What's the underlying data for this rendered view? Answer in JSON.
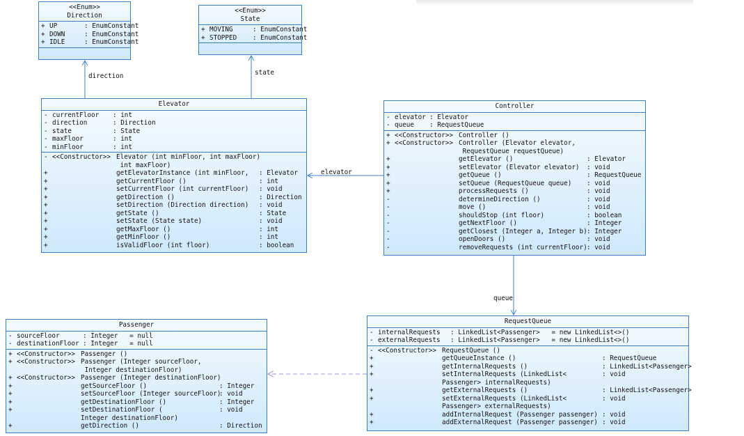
{
  "direction": {
    "stereotype": "<<Enum>>",
    "name": "Direction",
    "attributes": [
      {
        "vis": "+",
        "name": "UP",
        "type": ": EnumConstant"
      },
      {
        "vis": "+",
        "name": "DOWN",
        "type": ": EnumConstant"
      },
      {
        "vis": "+",
        "name": "IDLE",
        "type": ": EnumConstant"
      }
    ]
  },
  "state": {
    "stereotype": "<<Enum>>",
    "name": "State",
    "attributes": [
      {
        "vis": "+",
        "name": "MOVING",
        "type": ": EnumConstant"
      },
      {
        "vis": "+",
        "name": "STOPPED",
        "type": ": EnumConstant"
      }
    ]
  },
  "elevator": {
    "name": "Elevator",
    "attributes": [
      {
        "vis": "-",
        "name": "currentFloor",
        "type": ": int"
      },
      {
        "vis": "-",
        "name": "direction",
        "type": ": Direction"
      },
      {
        "vis": "-",
        "name": "state",
        "type": ": State"
      },
      {
        "vis": "-",
        "name": "maxFloor",
        "type": ": int"
      },
      {
        "vis": "-",
        "name": "minFloor",
        "type": ": int"
      }
    ],
    "operations": [
      {
        "vis": "-",
        "pre": "<<Constructor>>",
        "sig": "Elevator (int minFloor, int maxFloor)",
        "type": ""
      },
      {
        "vis": "",
        "pre": "",
        "sig": " int maxFloor)",
        "type": ""
      },
      {
        "vis": "+",
        "pre": "",
        "sig": "getElevatorInstance (int minFloor,",
        "type": ": Elevator"
      },
      {
        "vis": "+",
        "pre": "",
        "sig": "getCurrentFloor ()",
        "type": ": int"
      },
      {
        "vis": "+",
        "pre": "",
        "sig": "setCurrentFloor (int currentFloor)",
        "type": ": void"
      },
      {
        "vis": "+",
        "pre": "",
        "sig": "getDirection ()",
        "type": ": Direction"
      },
      {
        "vis": "+",
        "pre": "",
        "sig": "setDirection (Direction direction)",
        "type": ": void"
      },
      {
        "vis": "+",
        "pre": "",
        "sig": "getState ()",
        "type": ": State"
      },
      {
        "vis": "+",
        "pre": "",
        "sig": "setState (State state)",
        "type": ": void"
      },
      {
        "vis": "+",
        "pre": "",
        "sig": "getMaxFloor ()",
        "type": ": int"
      },
      {
        "vis": "+",
        "pre": "",
        "sig": "getMinFloor ()",
        "type": ": int"
      },
      {
        "vis": "+",
        "pre": "",
        "sig": "isValidFloor (int floor)",
        "type": ": boolean"
      }
    ]
  },
  "controller": {
    "name": "Controller",
    "attributes": [
      {
        "vis": "-",
        "name": "elevator",
        "type": ": Elevator"
      },
      {
        "vis": "-",
        "name": "queue",
        "type": ": RequestQueue"
      }
    ],
    "operations": [
      {
        "vis": "+",
        "pre": "<<Constructor>>",
        "sig": "Controller ()",
        "type": ""
      },
      {
        "vis": "+",
        "pre": "<<Constructor>>",
        "sig": "Controller (Elevator elevator,",
        "type": ""
      },
      {
        "vis": "",
        "pre": "",
        "sig": " RequestQueue requestQueue)",
        "type": ""
      },
      {
        "vis": "+",
        "pre": "",
        "sig": "getElevator ()",
        "type": ": Elevator"
      },
      {
        "vis": "+",
        "pre": "",
        "sig": "setElevator (Elevator elevator)",
        "type": ": void"
      },
      {
        "vis": "+",
        "pre": "",
        "sig": "getQueue ()",
        "type": ": RequestQueue"
      },
      {
        "vis": "+",
        "pre": "",
        "sig": "setQueue (RequestQueue queue)",
        "type": ": void"
      },
      {
        "vis": "+",
        "pre": "",
        "sig": "processRequests ()",
        "type": ": void"
      },
      {
        "vis": "-",
        "pre": "",
        "sig": "determineDirection ()",
        "type": ": void"
      },
      {
        "vis": "-",
        "pre": "",
        "sig": "move ()",
        "type": ": void"
      },
      {
        "vis": "-",
        "pre": "",
        "sig": "shouldStop (int floor)",
        "type": ": boolean"
      },
      {
        "vis": "-",
        "pre": "",
        "sig": "getNextFloor ()",
        "type": ": Integer"
      },
      {
        "vis": "-",
        "pre": "",
        "sig": "getClosest (Integer a, Integer b)",
        "type": ": Integer"
      },
      {
        "vis": "-",
        "pre": "",
        "sig": "openDoors ()",
        "type": ": void"
      },
      {
        "vis": "-",
        "pre": "",
        "sig": "removeRequests (int currentFloor)",
        "type": ": void"
      }
    ]
  },
  "passenger": {
    "name": "Passenger",
    "attributes": [
      {
        "vis": "-",
        "name": "sourceFloor",
        "type": ": Integer   = null"
      },
      {
        "vis": "-",
        "name": "destinationFloor",
        "type": ": Integer   = null"
      }
    ],
    "operations": [
      {
        "vis": "+",
        "pre": "<<Constructor>>",
        "sig": "Passenger ()",
        "type": ""
      },
      {
        "vis": "+",
        "pre": "<<Constructor>>",
        "sig": "Passenger (Integer sourceFloor,",
        "type": ""
      },
      {
        "vis": "",
        "pre": "",
        "sig": " Integer destinationFloor)",
        "type": ""
      },
      {
        "vis": "+",
        "pre": "<<Constructor>>",
        "sig": "Passenger (Integer destinationFloor)",
        "type": ""
      },
      {
        "vis": "+",
        "pre": "",
        "sig": "getSourceFloor ()",
        "type": ": Integer"
      },
      {
        "vis": "+",
        "pre": "",
        "sig": "setSourceFloor (Integer sourceFloor)",
        "type": ": void"
      },
      {
        "vis": "+",
        "pre": "",
        "sig": "getDestinationFloor ()",
        "type": ": Integer"
      },
      {
        "vis": "+",
        "pre": "",
        "sig": "setDestinationFloor (",
        "type": ": void"
      },
      {
        "vis": "",
        "pre": "",
        "sig": "Integer destinationFloor)",
        "type": ""
      },
      {
        "vis": "+",
        "pre": "",
        "sig": "getDirection ()",
        "type": ": Direction"
      }
    ]
  },
  "requestqueue": {
    "name": "RequestQueue",
    "attributes": [
      {
        "vis": "-",
        "name": "internalRequests",
        "type": ": LinkedList<Passenger>   = new LinkedList<>()"
      },
      {
        "vis": "-",
        "name": "externalRequests",
        "type": ": LinkedList<Passenger>   = new LinkedList<>()"
      }
    ],
    "operations": [
      {
        "vis": "-",
        "pre": "<<Constructor>>",
        "sig": "RequestQueue ()",
        "type": ""
      },
      {
        "vis": "+",
        "pre": "",
        "sig": "getQueueInstance ()",
        "type": ": RequestQueue"
      },
      {
        "vis": "+",
        "pre": "",
        "sig": "getInternalRequests ()",
        "type": ": LinkedList<Passenger>"
      },
      {
        "vis": "+",
        "pre": "",
        "sig": "setInternalRequests (LinkedList<",
        "type": ": void"
      },
      {
        "vis": "",
        "pre": "",
        "sig": "Passenger> internalRequests)",
        "type": ""
      },
      {
        "vis": "+",
        "pre": "",
        "sig": "getExternalRequests ()",
        "type": ": LinkedList<Passenger>"
      },
      {
        "vis": "+",
        "pre": "",
        "sig": "setExternalRequests (LinkedList<",
        "type": ": void"
      },
      {
        "vis": "",
        "pre": "",
        "sig": "Passenger> externalRequests)",
        "type": ""
      },
      {
        "vis": "+",
        "pre": "",
        "sig": "addInternalRequest (Passenger passenger)",
        "type": ": void"
      },
      {
        "vis": "+",
        "pre": "",
        "sig": "addExternalRequest (Passenger passenger)",
        "type": ": void"
      }
    ]
  },
  "links": {
    "elevator_direction": "direction",
    "elevator_state": "state",
    "controller_elevator": "elevator",
    "controller_queue": "queue"
  },
  "colors": {
    "border": "#3a7fc4",
    "fill_top": "#f5fbff",
    "fill_bottom": "#cfe9fb",
    "dependency": "#9a98e0"
  }
}
